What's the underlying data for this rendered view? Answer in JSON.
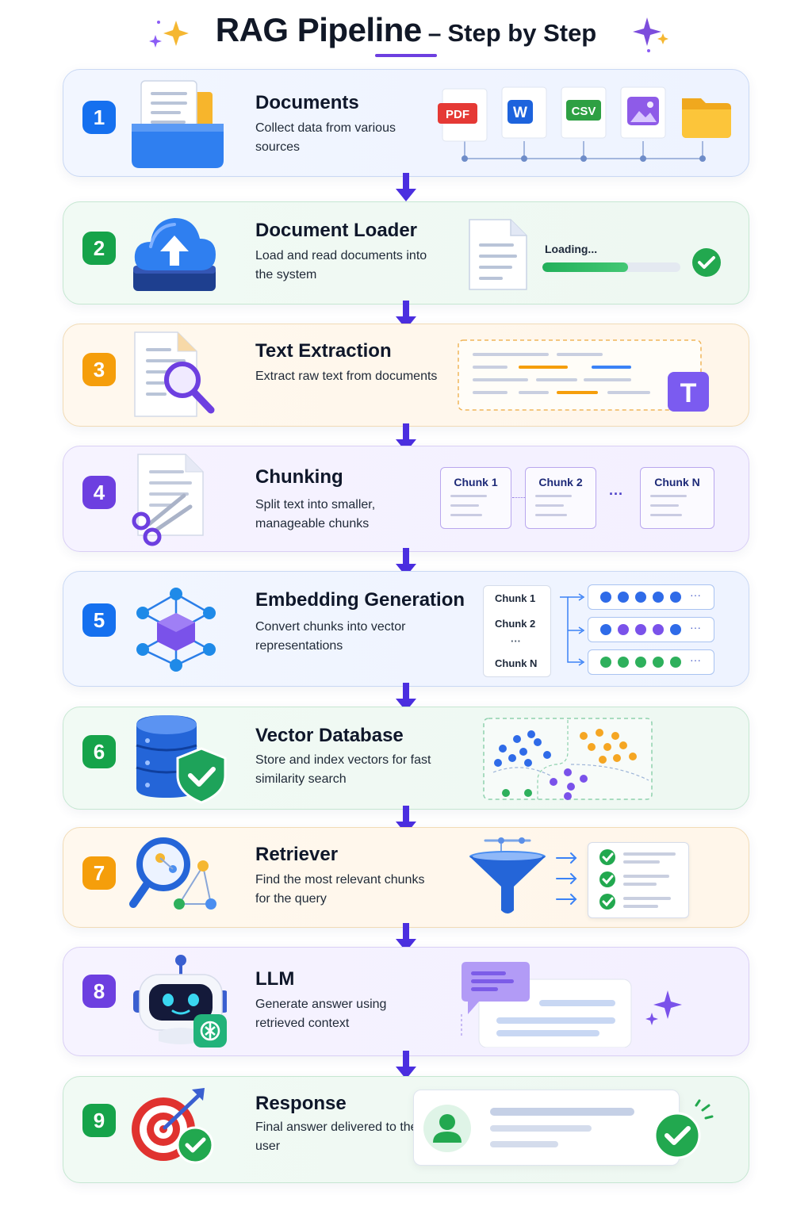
{
  "title": {
    "main": "RAG Pipeline",
    "dash": "–",
    "sub": "Step by Step"
  },
  "colors": {
    "blue": "#1570ef",
    "green": "#16a34a",
    "orange": "#f59e0b",
    "purple": "#6d3fe0",
    "arrow": "#4b2fe0"
  },
  "steps": [
    {
      "number": "1",
      "title": "Documents",
      "description": "Collect data from various sources",
      "file_types": [
        "PDF",
        "W",
        "CSV",
        "image-icon",
        "folder-icon"
      ]
    },
    {
      "number": "2",
      "title": "Document Loader",
      "description": "Load and read documents into the system",
      "status_text": "Loading...",
      "progress": 0.62
    },
    {
      "number": "3",
      "title": "Text Extraction",
      "description": "Extract raw text from documents",
      "badge_letter": "T"
    },
    {
      "number": "4",
      "title": "Chunking",
      "description": "Split text into smaller, manageable chunks",
      "chunks": [
        "Chunk 1",
        "Chunk 2",
        "Chunk N"
      ],
      "ellipsis": "···"
    },
    {
      "number": "5",
      "title": "Embedding Generation",
      "description": "Convert chunks into vector representations",
      "chunks": [
        "Chunk 1",
        "Chunk 2",
        "···",
        "Chunk N"
      ],
      "ellipsis": "···"
    },
    {
      "number": "6",
      "title": "Vector Database",
      "description": "Store and index vectors for fast similarity search"
    },
    {
      "number": "7",
      "title": "Retriever",
      "description": "Find the most relevant chunks for the query"
    },
    {
      "number": "8",
      "title": "LLM",
      "description": "Generate answer using retrieved context"
    },
    {
      "number": "9",
      "title": "Response",
      "description": "Final answer delivered to the user"
    }
  ]
}
